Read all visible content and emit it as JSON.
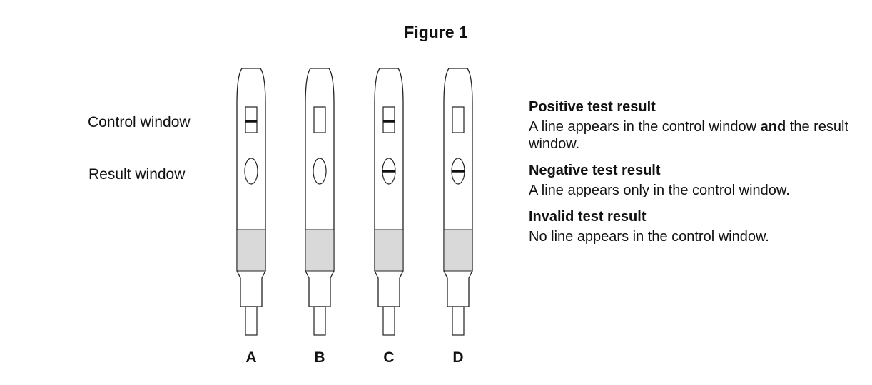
{
  "figure": {
    "title": "Figure 1"
  },
  "labels": {
    "control_window": "Control window",
    "result_window": "Result window"
  },
  "devices": [
    {
      "letter": "A",
      "control_line": true,
      "result_line": false
    },
    {
      "letter": "B",
      "control_line": false,
      "result_line": false
    },
    {
      "letter": "C",
      "control_line": true,
      "result_line": true
    },
    {
      "letter": "D",
      "control_line": false,
      "result_line": true
    }
  ],
  "legend": {
    "positive": {
      "heading": "Positive test result",
      "text_before": "A line appears in the control window ",
      "text_bold": "and",
      "text_after": " the result window."
    },
    "negative": {
      "heading": "Negative test result",
      "text": "A line appears only in the control window."
    },
    "invalid": {
      "heading": "Invalid test result",
      "text": "No line appears in the control window."
    }
  },
  "colors": {
    "outline": "#222222",
    "grip_fill": "#d9d9d9",
    "line": "#111111"
  }
}
